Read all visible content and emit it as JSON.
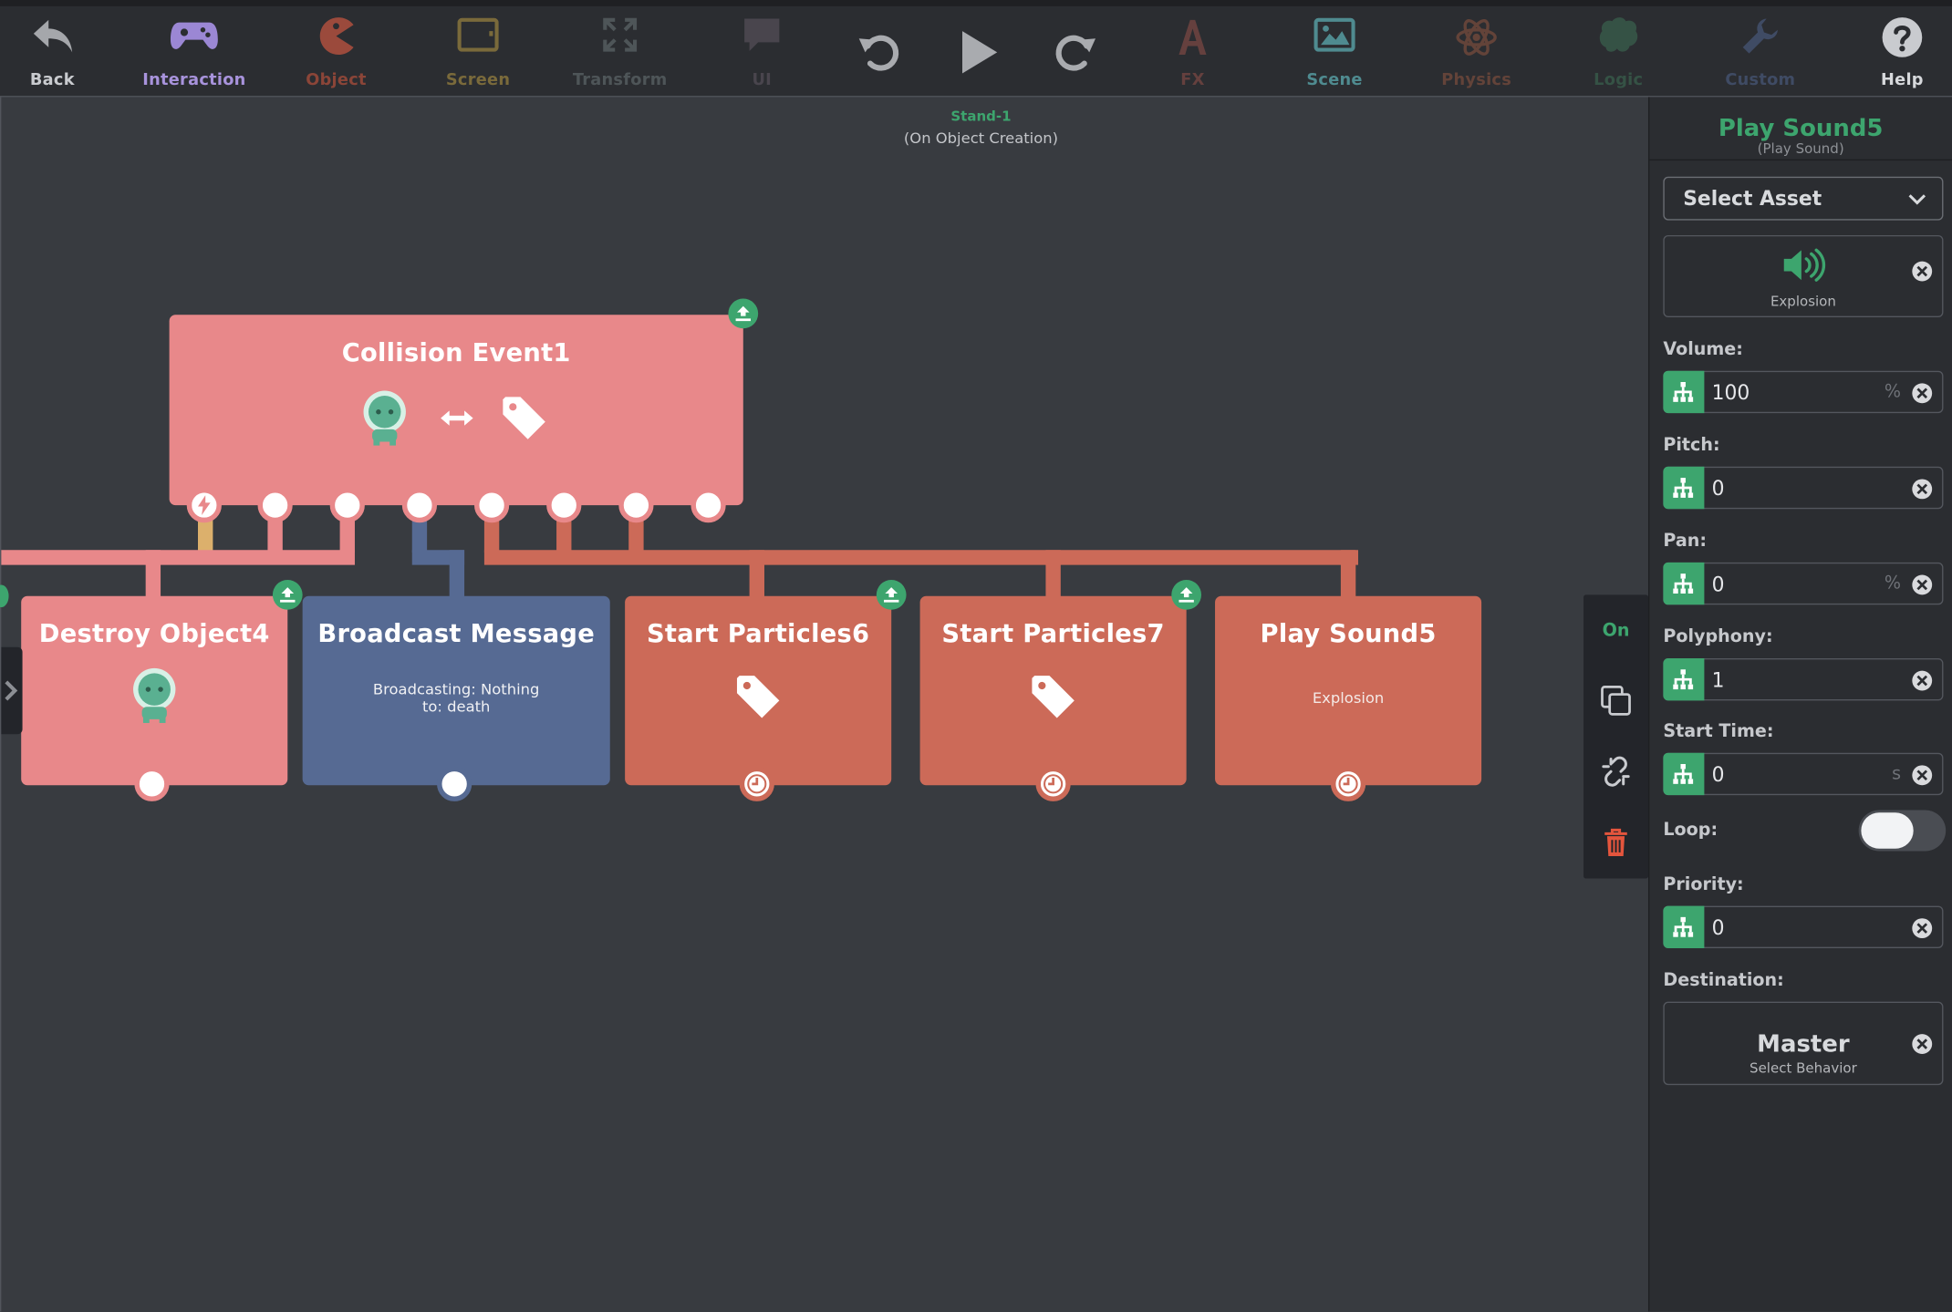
{
  "toolbar": {
    "back": {
      "label": "Back",
      "icon": "back-arrow-icon"
    },
    "interaction": {
      "label": "Interaction",
      "icon": "gamepad-icon",
      "color": "#9b87d4"
    },
    "object": {
      "label": "Object",
      "icon": "pacman-icon",
      "color": "#c4614b"
    },
    "screen": {
      "label": "Screen",
      "icon": "screen-icon",
      "color": "#b88a3a"
    },
    "transform": {
      "label": "Transform",
      "icon": "expand-icon"
    },
    "ui": {
      "label": "UI",
      "icon": "chat-bubble-icon"
    },
    "undo": {
      "icon": "undo-icon"
    },
    "play": {
      "icon": "play-icon"
    },
    "redo": {
      "icon": "redo-icon"
    },
    "fx": {
      "label": "FX",
      "icon": "fx-icon"
    },
    "scene": {
      "label": "Scene",
      "icon": "image-icon",
      "color": "#5fa3a8"
    },
    "physics": {
      "label": "Physics",
      "icon": "atom-icon"
    },
    "logic": {
      "label": "Logic",
      "icon": "brain-icon"
    },
    "custom": {
      "label": "Custom",
      "icon": "wrench-icon"
    },
    "help": {
      "label": "Help",
      "icon": "help-icon"
    }
  },
  "context": {
    "object": "Stand-1",
    "event": "(On Object Creation)"
  },
  "nodes": {
    "collision": {
      "title": "Collision Event1",
      "color": "#e8888a"
    },
    "destroy": {
      "title": "Destroy Object4",
      "color": "#e8888a"
    },
    "broadcast": {
      "title": "Broadcast Message",
      "line1": "Broadcasting: Nothing",
      "line2": "to: death",
      "color": "#566a93"
    },
    "particles6": {
      "title": "Start Particles6",
      "color": "#cc6a58"
    },
    "particles7": {
      "title": "Start Particles7",
      "color": "#cc6a58"
    },
    "sound": {
      "title": "Play Sound5",
      "subtitle": "Explosion",
      "color": "#cc6a58"
    }
  },
  "sidetools": {
    "toggle": "On"
  },
  "panel": {
    "title": "Play Sound5",
    "subtitle": "(Play Sound)",
    "select_asset": "Select Asset",
    "asset_name": "Explosion",
    "fields": {
      "volume": {
        "label": "Volume:",
        "value": "100",
        "unit": "%"
      },
      "pitch": {
        "label": "Pitch:",
        "value": "0"
      },
      "pan": {
        "label": "Pan:",
        "value": "0",
        "unit": "%"
      },
      "polyphony": {
        "label": "Polyphony:",
        "value": "1"
      },
      "start_time": {
        "label": "Start Time:",
        "value": "0",
        "unit": "s"
      },
      "priority": {
        "label": "Priority:",
        "value": "0"
      }
    },
    "loop": {
      "label": "Loop:",
      "on": false
    },
    "destination": {
      "label": "Destination:",
      "value": "Master",
      "hint": "Select Behavior"
    }
  },
  "colors": {
    "accent": "#3da56e",
    "delete": "#e4553d",
    "canvas": "#383b40",
    "toolbar": "#2b2d31"
  }
}
